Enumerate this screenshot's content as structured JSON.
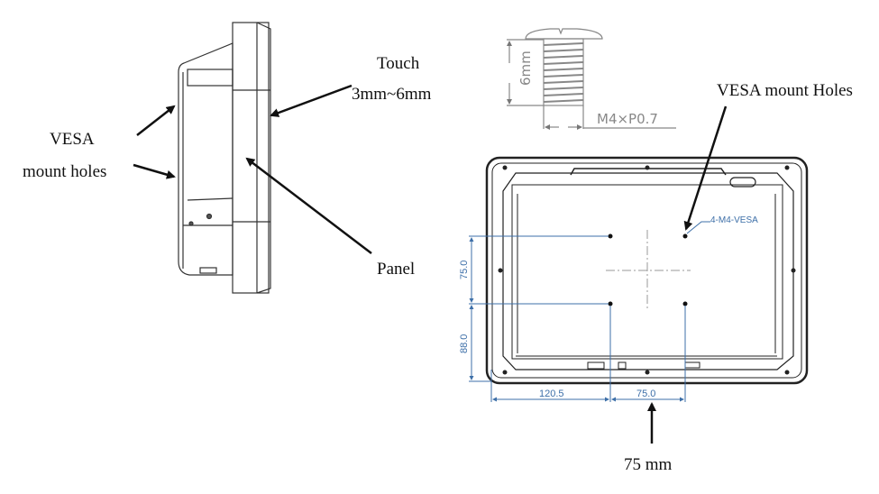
{
  "side_view": {
    "touch_label": "Touch",
    "touch_range": "3mm~6mm",
    "vesa_label_line1": "VESA",
    "vesa_label_line2": "mount holes",
    "panel_label": "Panel"
  },
  "screw": {
    "length": "6mm",
    "spec": "M4×P0.7"
  },
  "back_view": {
    "vesa_label": "VESA mount Holes",
    "hole_callout": "4-M4-VESA",
    "dim_vertical_top": "75.0",
    "dim_vertical_bottom": "88.0",
    "dim_horizontal_left": "120.5",
    "dim_horizontal_right": "75.0",
    "spacing_label": "75 mm"
  },
  "colors": {
    "line": "#222222",
    "dimension": "#3d6fa8",
    "screw": "#8a8a8a"
  }
}
